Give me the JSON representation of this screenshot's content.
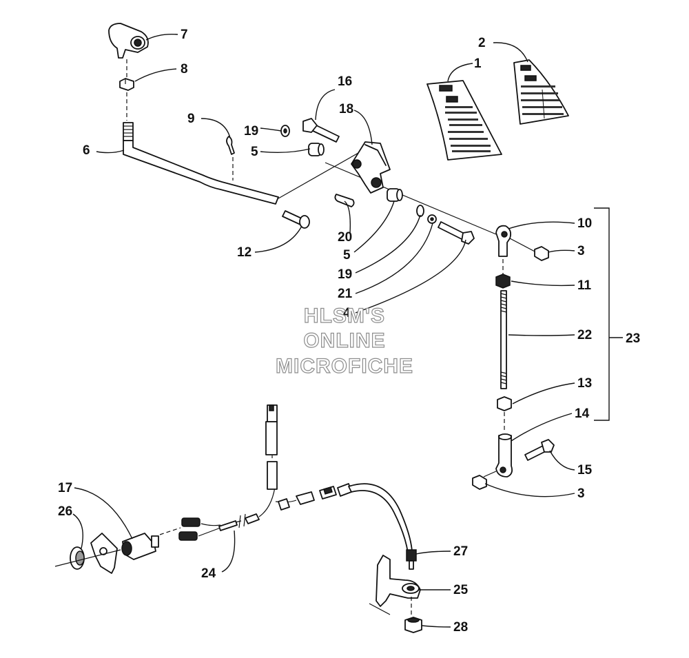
{
  "watermark": {
    "line1": "HLSM'S",
    "line2": "ONLINE",
    "line3": "MICROFICHE"
  },
  "callouts": [
    {
      "id": "c1",
      "text": "1"
    },
    {
      "id": "c2",
      "text": "2"
    },
    {
      "id": "c3a",
      "text": "3"
    },
    {
      "id": "c3b",
      "text": "3"
    },
    {
      "id": "c4",
      "text": "4"
    },
    {
      "id": "c5a",
      "text": "5"
    },
    {
      "id": "c5b",
      "text": "5"
    },
    {
      "id": "c6",
      "text": "6"
    },
    {
      "id": "c7",
      "text": "7"
    },
    {
      "id": "c8",
      "text": "8"
    },
    {
      "id": "c9",
      "text": "9"
    },
    {
      "id": "c10",
      "text": "10"
    },
    {
      "id": "c11",
      "text": "11"
    },
    {
      "id": "c12",
      "text": "12"
    },
    {
      "id": "c13",
      "text": "13"
    },
    {
      "id": "c14",
      "text": "14"
    },
    {
      "id": "c15",
      "text": "15"
    },
    {
      "id": "c16",
      "text": "16"
    },
    {
      "id": "c17",
      "text": "17"
    },
    {
      "id": "c18",
      "text": "18"
    },
    {
      "id": "c19a",
      "text": "19"
    },
    {
      "id": "c19b",
      "text": "19"
    },
    {
      "id": "c20",
      "text": "20"
    },
    {
      "id": "c21",
      "text": "21"
    },
    {
      "id": "c22",
      "text": "22"
    },
    {
      "id": "c23",
      "text": "23"
    },
    {
      "id": "c24",
      "text": "24"
    },
    {
      "id": "c25",
      "text": "25"
    },
    {
      "id": "c26",
      "text": "26"
    },
    {
      "id": "c27",
      "text": "27"
    },
    {
      "id": "c28",
      "text": "28"
    }
  ]
}
